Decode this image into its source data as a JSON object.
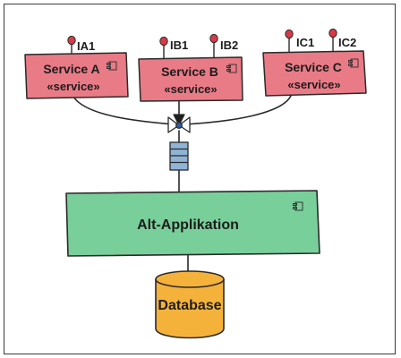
{
  "diagram": {
    "services": [
      {
        "id": "a",
        "name": "Service A",
        "stereotype": "«service»",
        "ports": [
          "IA1"
        ]
      },
      {
        "id": "b",
        "name": "Service B",
        "stereotype": "«service»",
        "ports": [
          "IB1",
          "IB2"
        ]
      },
      {
        "id": "c",
        "name": "Service C",
        "stereotype": "«service»",
        "ports": [
          "IC1",
          "IC2"
        ]
      }
    ],
    "legacy_app": {
      "name": "Alt-Applikation"
    },
    "database": {
      "name": "Database"
    },
    "colors": {
      "service_fill": "#e97b86",
      "legacy_fill": "#79cf9a",
      "database_fill": "#f5b23b",
      "queue_fill": "#8fb4d6",
      "port_fill": "#d83a48",
      "stroke": "#2a2a2a"
    },
    "icons": {
      "component": "component-icon",
      "junction": "bowtie-junction-icon",
      "queue": "message-queue-icon"
    }
  }
}
